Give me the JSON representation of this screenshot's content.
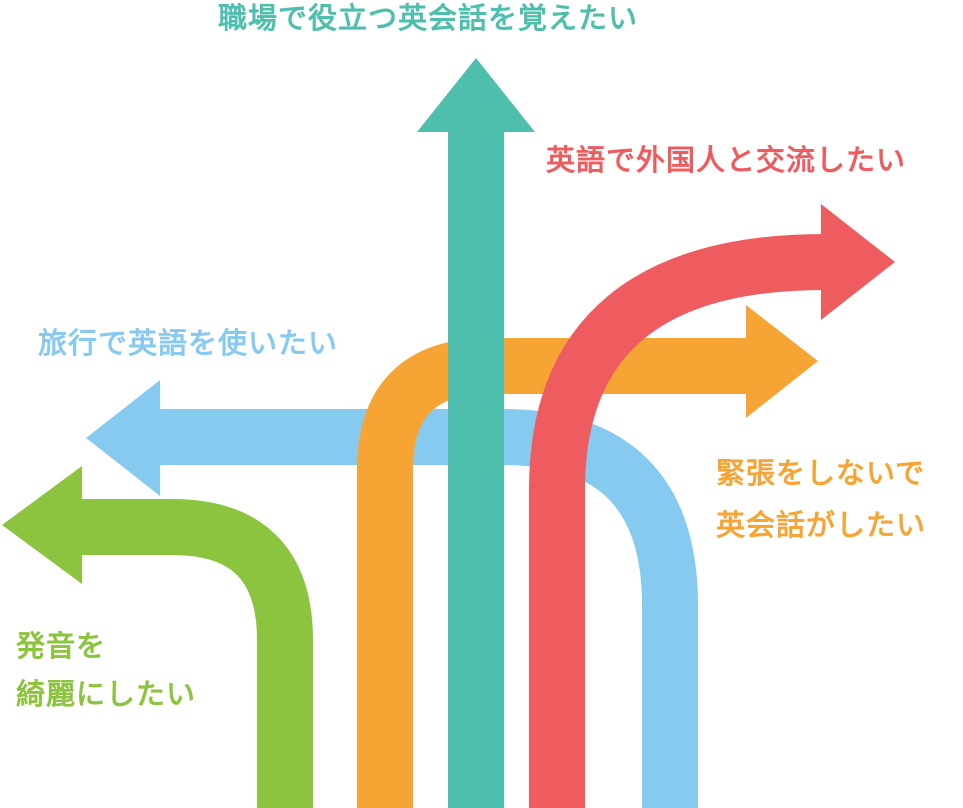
{
  "labels": {
    "workplace": {
      "text": "職場で役立つ英会話を覚えたい",
      "color": "#4ebfad"
    },
    "international": {
      "text": "英語で外国人と交流したい",
      "color": "#ef5c5f"
    },
    "travel": {
      "text": "旅行で英語を使いたい",
      "color": "#87caef"
    },
    "nervous": {
      "line1": "緊張をしないで",
      "line2": "英会話がしたい",
      "color": "#f6a535"
    },
    "pronunciation": {
      "line1": "発音を",
      "line2": "綺麗にしたい",
      "color": "#8cc43f"
    }
  },
  "arrows": {
    "green": "#8cc43f",
    "orange": "#f6a535",
    "teal": "#4ebfad",
    "red": "#ef5c5f",
    "blue": "#87caef"
  }
}
